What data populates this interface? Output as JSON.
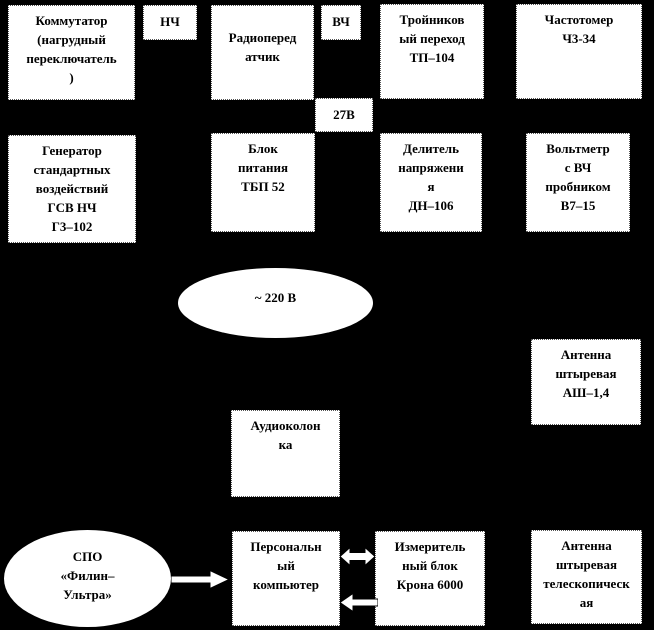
{
  "diagram": {
    "title": "Схема соединения приборов (block diagram)",
    "colors": {
      "background": "#000000",
      "node_fill": "#ffffff",
      "text": "#000000"
    },
    "nodes": {
      "commutator": "Коммутатор\n(нагрудный\nпереключатель\n)",
      "nch": "НЧ",
      "transmitter": "Радиоперед\nатчик",
      "vch": "ВЧ",
      "v27": "27В",
      "tee": "Тройников\nый переход\nТП–104",
      "freq_meter": "Частотомер\nЧ3-34",
      "generator": "Генератор\nстандартных\nвоздействий\nГСВ НЧ\nГ3–102",
      "psu": "Блок\nпитания\nТБП 52",
      "divider": "Делитель\nнапряжени\nя\nДН–106",
      "voltmeter": "Вольтметр\nс ВЧ\nпробником\nВ7–15",
      "mains": "~ 220 В",
      "antenna_rod": "Антенна\nштыревая\nАШ–1,4",
      "speaker": "Аудиоколон\nка",
      "spo": "СПО\n«Филин–\nУльтра»",
      "pc": "Персональн\nый\nкомпьютер",
      "measuring_unit": "Измеритель\nный блок\nКрона 6000",
      "antenna_telescopic": "Антенна\nштыревая\nтелескопическ\nая"
    },
    "arrows": {
      "spo_to_pc": "right-block-arrow",
      "pc_measuring_unit": "double-headed-arrow",
      "measuring_unit_to_pc": "left-block-arrow"
    }
  }
}
